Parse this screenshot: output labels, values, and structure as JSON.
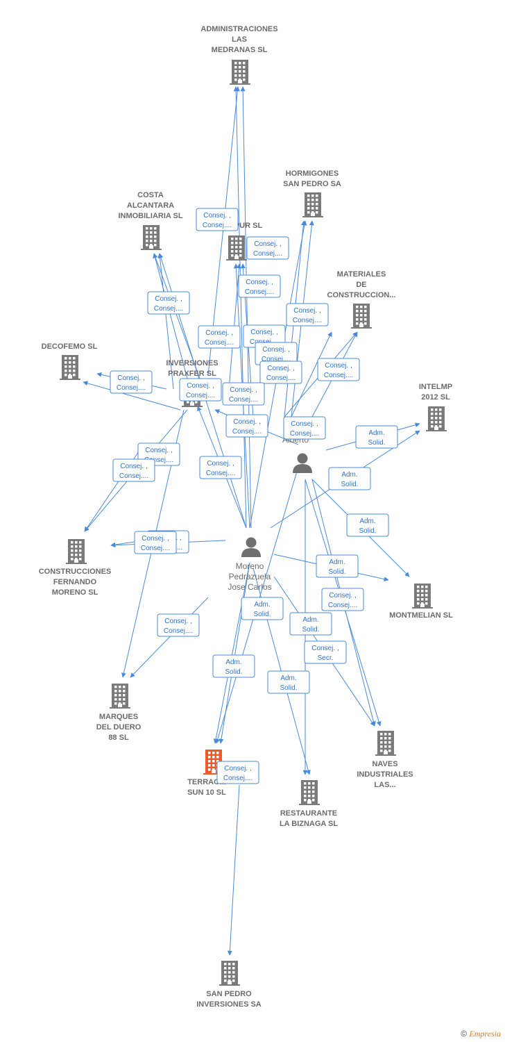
{
  "colors": {
    "edge": "#4a8ad8",
    "company": "#7a7a7a",
    "company_highlight": "#f05a28",
    "person": "#6f6f6f",
    "label": "#6b6b6b"
  },
  "nodes": [
    {
      "id": "adm_medranas",
      "type": "company",
      "icon": "building-icon",
      "lines": [
        "ADMINISTRACIONES",
        "LAS",
        "MEDRANAS SL"
      ]
    },
    {
      "id": "hormigones",
      "type": "company",
      "icon": "building-icon",
      "lines": [
        "HORMIGONES",
        "SAN PEDRO SA"
      ]
    },
    {
      "id": "costa",
      "type": "company",
      "icon": "building-icon",
      "lines": [
        "COSTA",
        "ALCANTARA",
        "INMOBILIARIA SL"
      ]
    },
    {
      "id": "pur",
      "type": "company",
      "icon": "building-icon",
      "lines": [
        "PUR SL"
      ]
    },
    {
      "id": "materiales",
      "type": "company",
      "icon": "building-icon",
      "lines": [
        "MATERIALES",
        "DE",
        "CONSTRUCCION..."
      ]
    },
    {
      "id": "decofemo",
      "type": "company",
      "icon": "building-icon",
      "lines": [
        "DECOFEMO SL"
      ]
    },
    {
      "id": "inversiones_praxfer",
      "type": "company",
      "icon": "building-icon",
      "lines": [
        "INVERSIONES",
        "PRAXFER SL"
      ]
    },
    {
      "id": "intelmp",
      "type": "company",
      "icon": "building-icon",
      "lines": [
        "INTELMP",
        "2012 SL"
      ]
    },
    {
      "id": "p_alberto",
      "type": "person",
      "icon": "person-icon",
      "lines": [
        "P...",
        "Alberto"
      ]
    },
    {
      "id": "moreno",
      "type": "person",
      "icon": "person-icon",
      "lines": [
        "Moreno",
        "Pedrazuela",
        "Jose Carlos"
      ]
    },
    {
      "id": "construcciones",
      "type": "company",
      "icon": "building-icon",
      "lines": [
        "CONSTRUCCIONES",
        "FERNANDO",
        "MORENO SL"
      ]
    },
    {
      "id": "montmelian",
      "type": "company",
      "icon": "building-icon",
      "lines": [
        "MONTMELIAN SL"
      ]
    },
    {
      "id": "marques",
      "type": "company",
      "icon": "building-icon",
      "lines": [
        "MARQUES",
        "DEL DUERO",
        "88 SL"
      ]
    },
    {
      "id": "terragolf",
      "type": "company_highlight",
      "icon": "building-icon",
      "lines": [
        "TERRAG...",
        "SUN 10  SL"
      ]
    },
    {
      "id": "naves",
      "type": "company",
      "icon": "building-icon",
      "lines": [
        "NAVES",
        "INDUSTRIALES",
        "LAS..."
      ]
    },
    {
      "id": "restaurante",
      "type": "company",
      "icon": "building-icon",
      "lines": [
        "RESTAURANTE",
        "LA BIZNAGA SL"
      ]
    },
    {
      "id": "san_pedro_inv",
      "type": "company",
      "icon": "building-icon",
      "lines": [
        "SAN PEDRO",
        "INVERSIONES SA"
      ]
    }
  ],
  "relations": [
    {
      "lines": [
        "Consej. ,",
        "Consej...."
      ]
    },
    {
      "lines": [
        "Consej. ,",
        "Consej...."
      ]
    },
    {
      "lines": [
        "Consej. ,",
        "Consej...."
      ]
    },
    {
      "lines": [
        "Consej. ,",
        "Consej...."
      ]
    },
    {
      "lines": [
        "Consej. ,",
        "Consej...."
      ]
    },
    {
      "lines": [
        "Consej. ,",
        "Consej...."
      ]
    },
    {
      "lines": [
        "Consej. ,",
        "Consej...."
      ]
    },
    {
      "lines": [
        "Consej. ,",
        "Consej...."
      ]
    },
    {
      "lines": [
        "Consej. ,",
        "Consej...."
      ]
    },
    {
      "lines": [
        "Consej. ,",
        "Consej...."
      ]
    },
    {
      "lines": [
        "Consej. ,",
        "Consej...."
      ]
    },
    {
      "lines": [
        "Consej. ,",
        "Consej...."
      ]
    },
    {
      "lines": [
        "Consej. ,",
        "Consej...."
      ]
    },
    {
      "lines": [
        "Consej. ,",
        "Consej...."
      ]
    },
    {
      "lines": [
        "Consej. ,",
        "Consej...."
      ]
    },
    {
      "lines": [
        "Consej. ,",
        "Consej...."
      ]
    },
    {
      "lines": [
        "Adm.",
        "Solid."
      ]
    },
    {
      "lines": [
        "Adm.",
        "Solid."
      ]
    },
    {
      "lines": [
        "Consej. ,",
        "Consej...."
      ]
    },
    {
      "lines": [
        "Consej. ,",
        "Consej...."
      ]
    },
    {
      "lines": [
        "Consej. ,",
        "Consej...."
      ]
    },
    {
      "lines": [
        "Consej. ,",
        "Consej...."
      ]
    },
    {
      "lines": [
        "Adm.",
        "Solid."
      ]
    },
    {
      "lines": [
        "Consej. ,",
        "Consej...."
      ]
    },
    {
      "lines": [
        "Adm.",
        "Solid."
      ]
    },
    {
      "lines": [
        "Consej. ,",
        "Consej...."
      ]
    },
    {
      "lines": [
        "Adm.",
        "Solid."
      ]
    },
    {
      "lines": [
        "Adm.",
        "Solid."
      ]
    },
    {
      "lines": [
        "Consej. ,",
        "Secr."
      ]
    },
    {
      "lines": [
        "Adm.",
        "Solid."
      ]
    },
    {
      "lines": [
        "Adm.",
        "Solid."
      ]
    },
    {
      "lines": [
        "Consej. ,",
        "Consej...."
      ]
    }
  ],
  "footer": {
    "copyright_symbol": "©",
    "brand": "Empresia"
  }
}
